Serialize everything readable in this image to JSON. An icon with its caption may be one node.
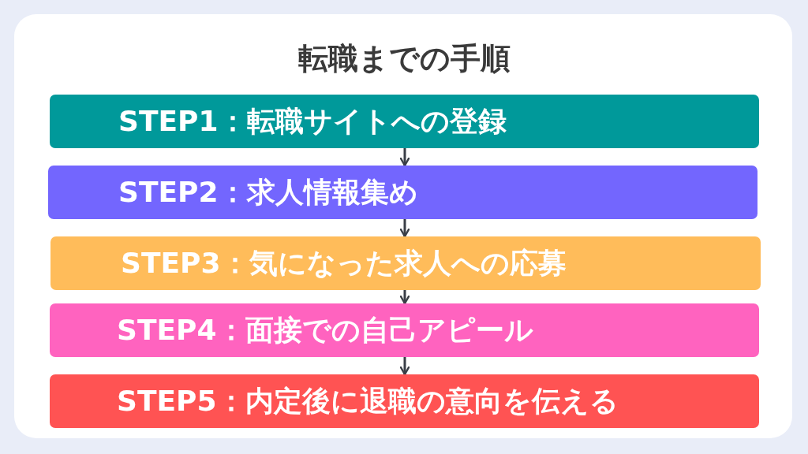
{
  "diagram": {
    "title": "転職までの手順",
    "nodes": [
      {
        "text": [
          "STEP1：転職サイトへの登録"
        ]
      },
      {
        "text": [
          "STEP2：求人情報集め"
        ]
      },
      {
        "text": [
          "STEP3：気になった求人への応募"
        ]
      },
      {
        "text": [
          "STEP4：面接での自己アピール"
        ]
      },
      {
        "text": [
          "STEP5：内定後に退職の意向を伝える"
        ]
      }
    ],
    "edges": [
      {
        "from": 0,
        "to": 1,
        "arrow": "to"
      },
      {
        "from": 1,
        "to": 2,
        "arrow": "to"
      },
      {
        "from": 2,
        "to": 3,
        "arrow": "to"
      },
      {
        "from": 3,
        "to": 4,
        "arrow": "to"
      }
    ]
  }
}
